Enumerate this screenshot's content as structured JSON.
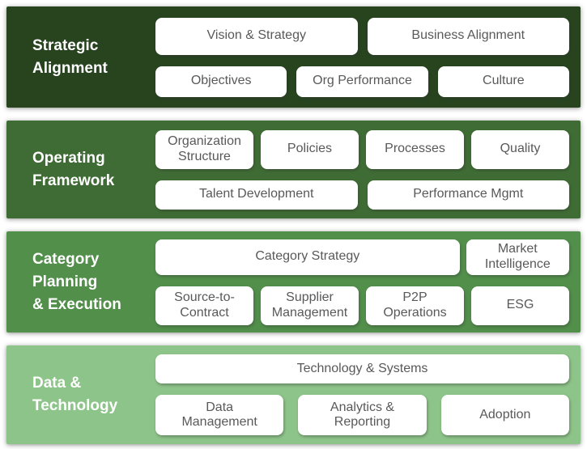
{
  "diagram": {
    "box_bg": "#FFFFFF",
    "box_text_color": "#595959",
    "label_text_color": "#FFFFFF",
    "bands": [
      {
        "name": "Strategic Alignment",
        "label_lines": [
          "Strategic",
          "Alignment"
        ],
        "color": "#27441F",
        "rows": [
          [
            "Vision & Strategy",
            "Business Alignment"
          ],
          [
            "Objectives",
            "Org Performance",
            "Culture"
          ]
        ]
      },
      {
        "name": "Operating Framework",
        "label_lines": [
          "Operating",
          "Framework"
        ],
        "color": "#3F6C34",
        "rows": [
          [
            "Organization Structure",
            "Policies",
            "Processes",
            "Quality"
          ],
          [
            "Talent Development",
            "Performance Mgmt"
          ]
        ]
      },
      {
        "name": "Category Planning & Execution",
        "label_lines": [
          "Category",
          "Planning",
          "& Execution"
        ],
        "color": "#528F4B",
        "rows": [
          [
            "Category Strategy",
            "Market Intelligence"
          ],
          [
            "Source-to-Contract",
            "Supplier Management",
            "P2P Operations",
            "ESG"
          ]
        ]
      },
      {
        "name": "Data & Technology",
        "label_lines": [
          "Data &",
          "Technology"
        ],
        "color": "#8DC489",
        "rows": [
          [
            "Technology & Systems"
          ],
          [
            "Data Management",
            "Analytics & Reporting",
            "Adoption"
          ]
        ]
      }
    ]
  }
}
